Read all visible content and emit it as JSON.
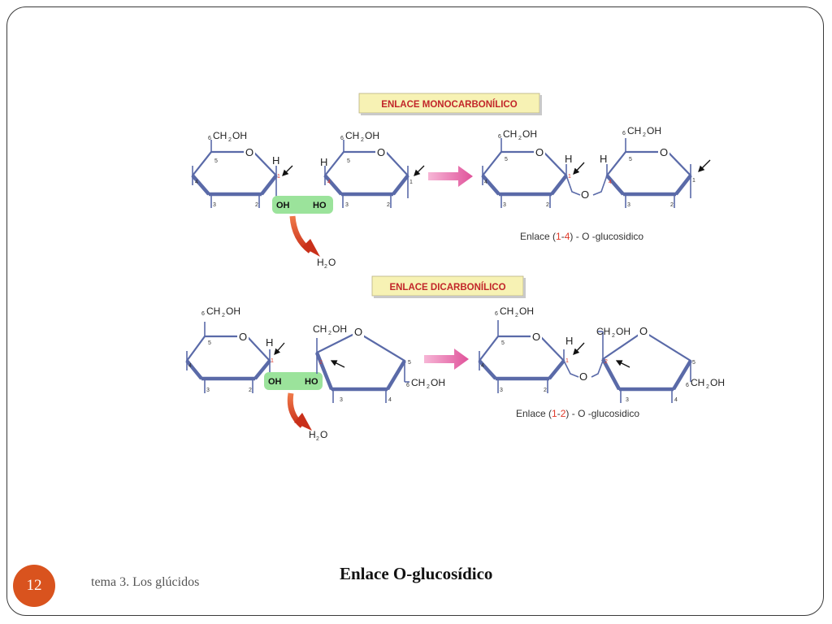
{
  "slide": {
    "title": "Enlace O-glucosídico",
    "footer": "tema 3. Los glúcidos",
    "page_number": "12"
  },
  "figure": {
    "top": {
      "header": "ENLACE MONOCARBONÍLICO",
      "water": "H",
      "water_sub": "2",
      "water_o": "O",
      "oh_left": "OH",
      "ho_right": "HO",
      "caption_pre": "Enlace (",
      "caption_a": "1",
      "caption_dash": "-",
      "caption_b": "4",
      "caption_post": ") - O -glucosidico"
    },
    "bottom": {
      "header": "ENLACE DICARBONÍLICO",
      "water": "H",
      "water_sub": "2",
      "water_o": "O",
      "oh_left": "OH",
      "ho_right": "HO",
      "caption_pre": "Enlace (",
      "caption_a": "1",
      "caption_dash": "-",
      "caption_b": "2",
      "caption_post": ") - O -glucosidico"
    },
    "labels": {
      "ch2oh": "CH",
      "ch2oh_sub": "2",
      "ch2oh_end": "OH",
      "ring_o": "O",
      "o_bridge": "O",
      "h": "H",
      "pos6": "6"
    }
  },
  "colors": {
    "ring": "#5a6aa8",
    "header_bg": "#f7f2b4",
    "header_text": "#c2262a",
    "green_box": "#9be39b",
    "red_arrow": "#d84420",
    "pink_arrow": "#e0529a",
    "badge": "#d9531e"
  }
}
